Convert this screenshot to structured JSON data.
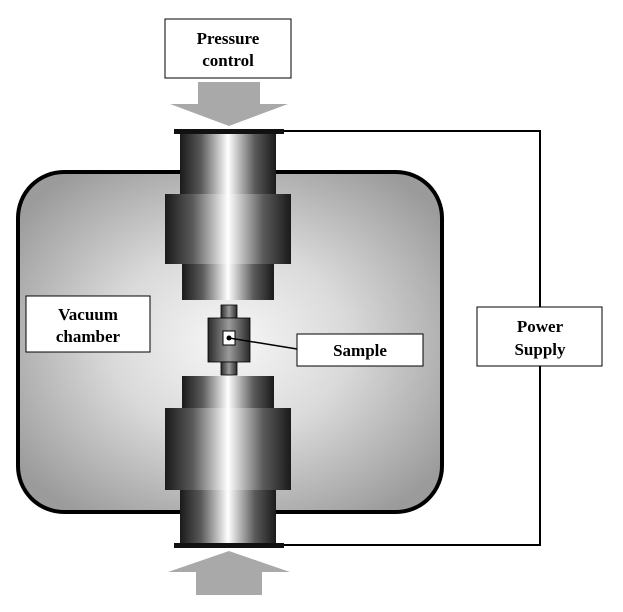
{
  "labels": {
    "pressure_control": [
      "Pressure",
      "control"
    ],
    "vacuum_chamber": [
      "Vacuum",
      "chamber"
    ],
    "sample": "Sample",
    "power_supply": [
      "Power",
      "Supply"
    ]
  },
  "colors": {
    "chamber_fill_dark": "#9b9b9b",
    "chamber_fill_light": "#f7f7f7",
    "electrode_dark": "#1a1a1a",
    "electrode_light": "#ffffff",
    "arrow": "#a9a9a9",
    "stroke": "#000000"
  }
}
